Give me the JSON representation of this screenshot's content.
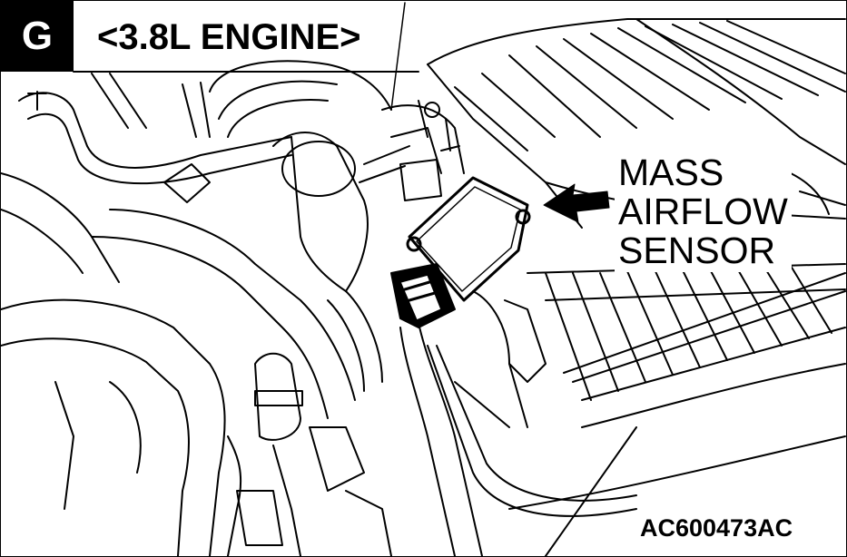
{
  "figure": {
    "section_letter": "G",
    "engine_label": "<3.8L ENGINE>",
    "callout_lines": [
      "MASS",
      "AIRFLOW",
      "SENSOR"
    ],
    "figure_id": "AC600473AC"
  },
  "colors": {
    "ink": "#000000",
    "paper": "#ffffff"
  }
}
